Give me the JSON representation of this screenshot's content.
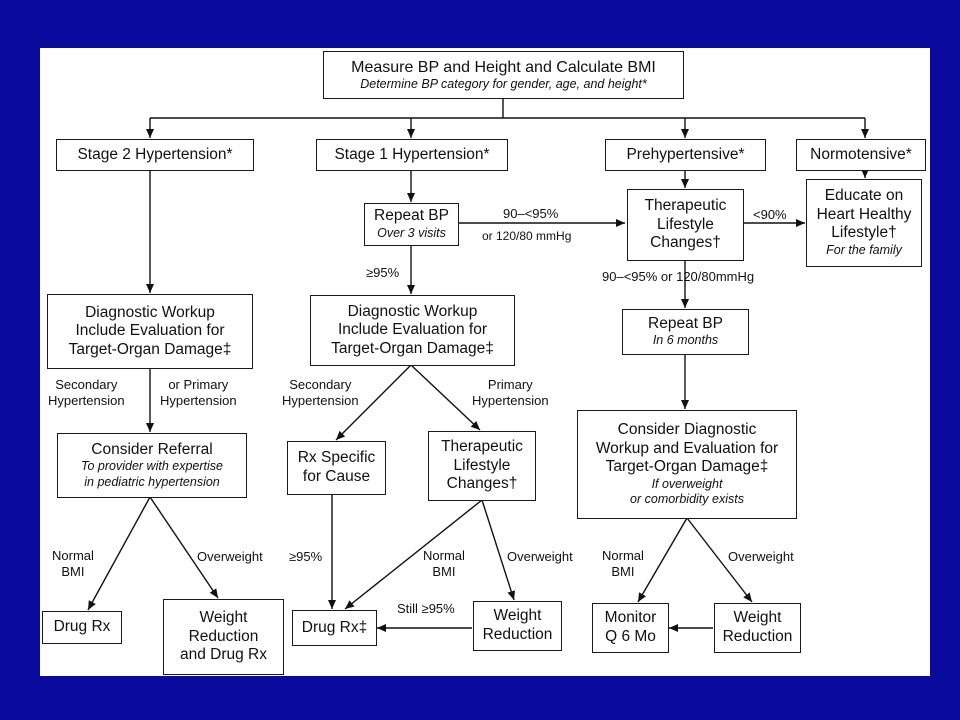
{
  "colors": {
    "background": "#0a0a9c",
    "panel": "#ffffff",
    "ink": "#111111"
  },
  "nodes": {
    "measure": {
      "title": "Measure BP and Height and Calculate BMI",
      "sub": "Determine BP category for gender, age, and height*"
    },
    "stage2": {
      "title": "Stage 2 Hypertension*"
    },
    "stage1": {
      "title": "Stage 1 Hypertension*"
    },
    "prehyper": {
      "title": "Prehypertensive*"
    },
    "normo": {
      "title": "Normotensive*"
    },
    "repeat_bp_1": {
      "title": "Repeat BP",
      "sub": "Over 3 visits"
    },
    "tlc_top": {
      "title": "Therapeutic\nLifestyle\nChanges†"
    },
    "educate": {
      "title": "Educate on\nHeart Healthy\nLifestyle†",
      "sub": "For the family"
    },
    "workup_left": {
      "title": "Diagnostic Workup\nInclude Evaluation for\nTarget-Organ Damage‡"
    },
    "workup_mid": {
      "title": "Diagnostic Workup\nInclude Evaluation for\nTarget-Organ Damage‡"
    },
    "repeat_bp_2": {
      "title": "Repeat BP",
      "sub": "In 6 months"
    },
    "consider_referral": {
      "title": "Consider Referral",
      "sub": "To provider with expertise\nin pediatric hypertension"
    },
    "rx_specific": {
      "title": "Rx Specific\nfor Cause"
    },
    "tlc_mid": {
      "title": "Therapeutic\nLifestyle\nChanges†"
    },
    "consider_workup": {
      "title": "Consider Diagnostic\nWorkup and Evaluation for\nTarget-Organ Damage‡",
      "sub": "If overweight\nor comorbidity exists"
    },
    "drug_rx_left": {
      "title": "Drug Rx"
    },
    "weight_drug": {
      "title": "Weight\nReduction\nand Drug Rx"
    },
    "drug_rx_mid": {
      "title": "Drug Rx‡"
    },
    "weight_mid": {
      "title": "Weight\nReduction"
    },
    "monitor": {
      "title": "Monitor\nQ 6 Mo"
    },
    "weight_right": {
      "title": "Weight\nReduction"
    }
  },
  "labels": {
    "range_90_95_top": "90–<95%",
    "or_120_80_top": "or 120/80 mmHg",
    "lt_90": "<90%",
    "ge_95": "≥95%",
    "range_90_95_right": "90–<95% or 120/80mmHg",
    "secondary_left": "Secondary\nHypertension",
    "primary_left": "or Primary\nHypertension",
    "secondary_mid": "Secondary\nHypertension",
    "primary_mid": "Primary\nHypertension",
    "normal_bmi_left": "Normal\nBMI",
    "overweight_left": "Overweight",
    "ge_95_mid": "≥95%",
    "normal_bmi_mid": "Normal\nBMI",
    "overweight_mid": "Overweight",
    "still_ge_95": "Still ≥95%",
    "normal_bmi_right": "Normal\nBMI",
    "overweight_right": "Overweight"
  }
}
